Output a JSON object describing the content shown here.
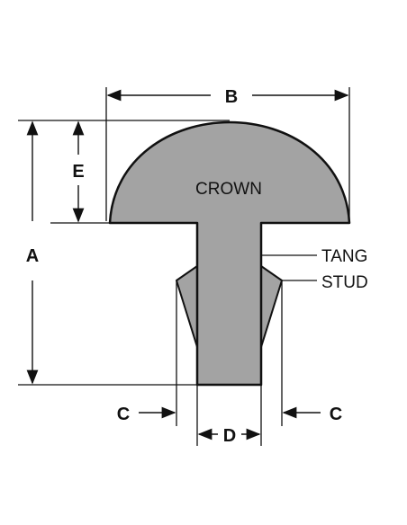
{
  "labels": {
    "a": "A",
    "b": "B",
    "c_left": "C",
    "c_right": "C",
    "d": "D",
    "e": "E",
    "crown": "CROWN",
    "tang": "TANG",
    "stud": "STUD"
  },
  "colors": {
    "fret_fill": "#a3a3a3",
    "outline": "#111111",
    "background": "#ffffff"
  }
}
